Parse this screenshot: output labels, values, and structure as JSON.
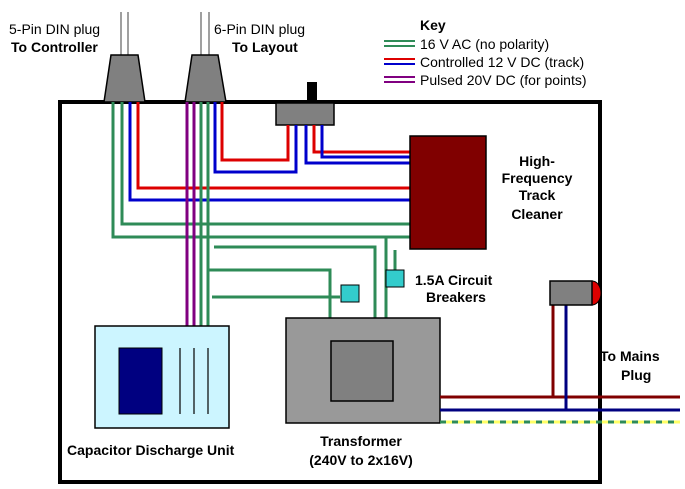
{
  "labels": {
    "five_pin_line1": "5-Pin DIN plug",
    "five_pin_line2": "To Controller",
    "six_pin_line1": "6-Pin DIN plug",
    "six_pin_line2": "To Layout",
    "cleaner_line1": "High-",
    "cleaner_line2": "Frequency",
    "cleaner_line3": "Track",
    "cleaner_line4": "Cleaner",
    "breakers_line1": "1.5A Circuit",
    "breakers_line2": "Breakers",
    "mains_line1": "To Mains",
    "mains_line2": "Plug",
    "cdu": "Capacitor Discharge Unit",
    "transformer_line1": "Transformer",
    "transformer_line2": "(240V to 2x16V)"
  },
  "key": {
    "title": "Key",
    "items": [
      {
        "label": "16 V AC (no polarity)",
        "colors": [
          "#2e8b57",
          "#2e8b57"
        ]
      },
      {
        "label": "Controlled 12 V DC (track)",
        "colors": [
          "#dd0000",
          "#0000cc"
        ]
      },
      {
        "label": "Pulsed 20V DC (for points)",
        "colors": [
          "#800080",
          "#800080"
        ]
      }
    ]
  },
  "colors": {
    "ac": "#2e8b57",
    "dc_pos": "#dd0000",
    "dc_neg": "#0000cc",
    "pulsed": "#800080",
    "cleaner": "#800000",
    "breaker": "#33cccc",
    "plug": "#808080",
    "cdu_fill": "#ccf5ff",
    "cdu_block": "#000080",
    "transformer": "#999999",
    "mains_brown": "#800000",
    "mains_blue": "#000080",
    "earth_yellow": "#ffff66",
    "earth_green": "#2e8b57",
    "lamp": "#dd0000"
  }
}
